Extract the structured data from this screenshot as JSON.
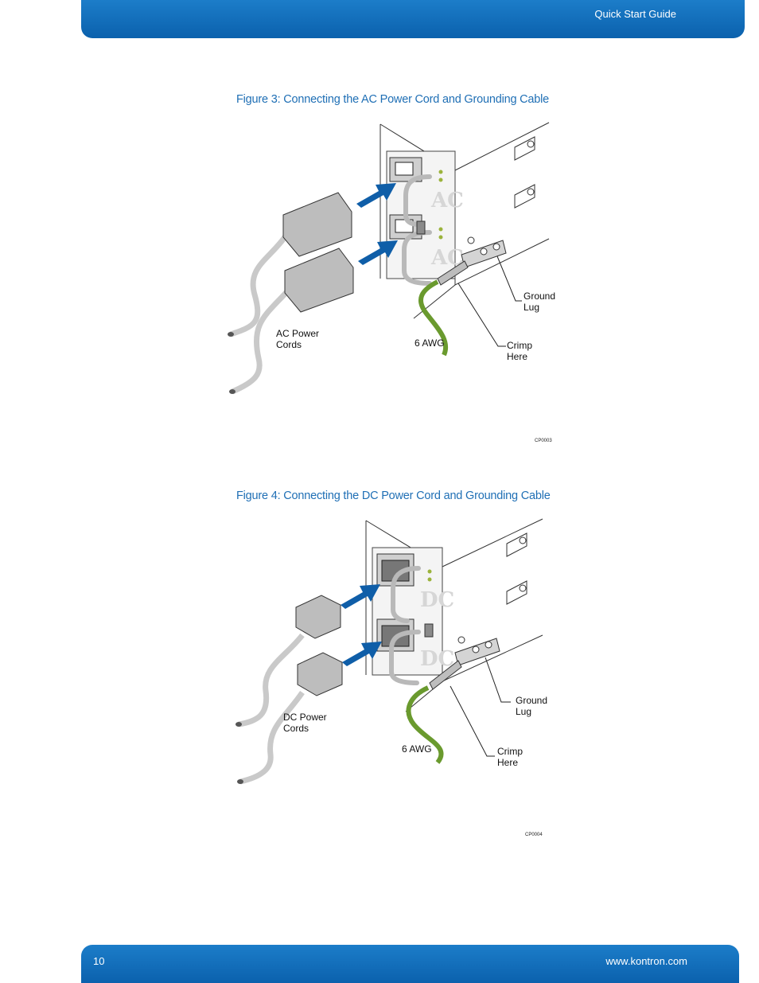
{
  "header": {
    "title": "Quick Start Guide"
  },
  "figures": [
    {
      "caption": "Figure 3: Connecting the AC Power Cord and Grounding Cable",
      "module_label": "AC",
      "cord_label_line1": "AC Power",
      "cord_label_line2": "Cords",
      "wire_label": "6 AWG",
      "ground_line1": "Ground",
      "ground_line2": "Lug",
      "crimp_line1": "Crimp",
      "crimp_line2": "Here",
      "code": "CP0003"
    },
    {
      "caption": "Figure 4: Connecting the DC Power Cord and Grounding Cable",
      "module_label": "DC",
      "cord_label_line1": "DC Power",
      "cord_label_line2": "Cords",
      "wire_label": "6 AWG",
      "ground_line1": "Ground",
      "ground_line2": "Lug",
      "crimp_line1": "Crimp",
      "crimp_line2": "Here",
      "code": "CP0004"
    }
  ],
  "footer": {
    "page_number": "10",
    "url": "www.kontron.com"
  },
  "colors": {
    "brand_blue": "#0b61ad",
    "caption_blue": "#1f6fb5",
    "arrow_blue": "#0f5ea8",
    "ground_wire_green": "#6a9a2e"
  }
}
